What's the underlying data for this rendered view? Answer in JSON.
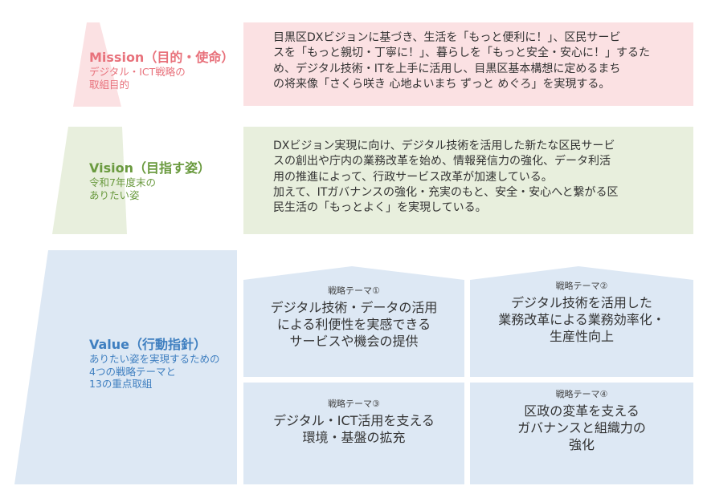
{
  "colors": {
    "mission_fill": "#fbe1e3",
    "mission_text": "#e8727c",
    "vision_fill": "#e8efdd",
    "vision_text": "#6a9a3f",
    "value_fill": "#dde8f4",
    "value_text": "#3f7fc0"
  },
  "mission": {
    "title": "Mission（目的・使命）",
    "subtitle_lines": [
      "デジタル・ICT戦略の",
      "取組目的"
    ],
    "body_lines": [
      "目黒区DXビジョンに基づき、生活を「もっと便利に！」、区民サービ",
      "スを「もっと親切・丁寧に！」、暮らしを「もっと安全・安心に！」するた",
      "め、デジタル技術・ITを上手に活用し、目黒区基本構想に定めるまち",
      "の将来像「さくら咲き 心地よいまち ずっと めぐろ」を実現する。"
    ]
  },
  "vision": {
    "title": "Vision（目指す姿）",
    "subtitle_lines": [
      "令和7年度末の",
      "ありたい姿"
    ],
    "body_lines": [
      "DXビジョン実現に向け、デジタル技術を活用した新たな区民サービ",
      "スの創出や庁内の業務改革を始め、情報発信力の強化、データ利活",
      "用の推進によって、行政サービス改革が加速している。",
      "加えて、ITガバナンスの強化・充実のもと、安全・安心へと繋がる区",
      "民生活の「もっとよく」を実現している。"
    ]
  },
  "value": {
    "title": "Value（行動指針）",
    "subtitle_lines": [
      "ありたい姿を実現するための",
      "4つの戦略テーマと",
      "13の重点取組"
    ],
    "themes": [
      {
        "tag": "戦略テーマ①",
        "title_lines": [
          "デジタル技術・データの活用",
          "による利便性を実感できる",
          "サービスや機会の提供"
        ]
      },
      {
        "tag": "戦略テーマ②",
        "title_lines": [
          "デジタル技術を活用した",
          "業務改革による業務効率化・",
          "生産性向上"
        ]
      },
      {
        "tag": "戦略テーマ③",
        "title_lines": [
          "デジタル・ICT活用を支える",
          "環境・基盤の拡充"
        ]
      },
      {
        "tag": "戦略テーマ④",
        "title_lines": [
          "区政の変革を支える",
          "ガバナンスと組織力の",
          "強化"
        ]
      }
    ]
  }
}
